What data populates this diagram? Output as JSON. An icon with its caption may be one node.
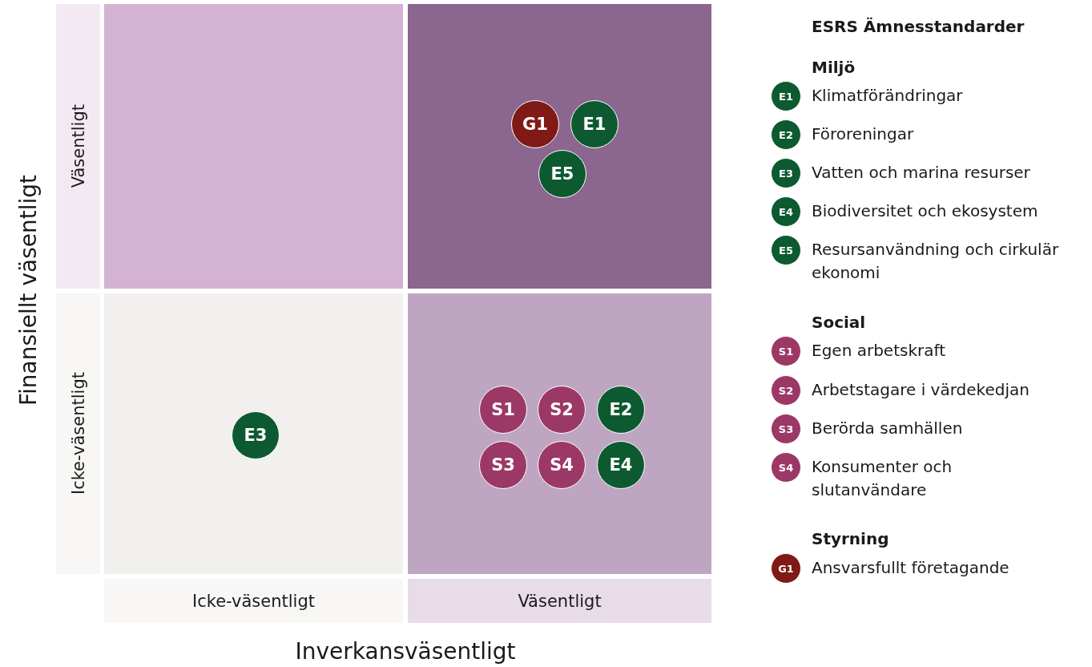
{
  "diagram": {
    "nodes": [
      {
        "text": [
          "Väsentligt"
        ]
      },
      {
        "text": [],
        "shape": "box"
      },
      {
        "text": [],
        "shape": "box"
      },
      {
        "text": [
          "G1"
        ],
        "in": 2
      },
      {
        "text": [
          "E1"
        ],
        "in": 2
      },
      {
        "text": [
          "E5"
        ],
        "in": 2
      },
      {
        "text": [
          "Icke-väsentligt"
        ]
      },
      {
        "text": [],
        "shape": "box"
      },
      {
        "text": [
          "E3"
        ],
        "in": 7
      },
      {
        "text": [],
        "shape": "box"
      },
      {
        "text": [
          "S1"
        ],
        "in": 9
      },
      {
        "text": [
          "S2"
        ],
        "in": 9
      },
      {
        "text": [
          "E2"
        ],
        "in": 9
      },
      {
        "text": [
          "S3"
        ],
        "in": 9
      },
      {
        "text": [
          "S4"
        ],
        "in": 9
      },
      {
        "text": [
          "E4"
        ],
        "in": 9
      },
      {
        "text": [
          "Icke-väsentligt"
        ]
      },
      {
        "text": [
          "Väsentligt"
        ]
      },
      {
        "text": [
          "E1"
        ],
        "beside": [
          "Klimatförändringar"
        ]
      },
      {
        "text": [
          "E2"
        ],
        "beside": [
          "Föroreningar"
        ]
      },
      {
        "text": [
          "E3"
        ],
        "beside": [
          "Vatten och marina resurser"
        ]
      },
      {
        "text": [
          "E4"
        ],
        "beside": [
          "Biodiversitet och ekosystem"
        ]
      },
      {
        "text": [
          "E5"
        ],
        "beside": [
          "Resursanvändning och cirkulär ekonomi"
        ]
      },
      {
        "text": [
          "S1"
        ],
        "beside": [
          "Egen arbetskraft"
        ]
      },
      {
        "text": [
          "S2"
        ],
        "beside": [
          "Arbetstagare i värdekedjan"
        ]
      },
      {
        "text": [
          "S3"
        ],
        "beside": [
          "Berörda samhällen"
        ]
      },
      {
        "text": [
          "S4"
        ],
        "beside": [
          "Konsumenter och slutanvändare"
        ]
      },
      {
        "text": [
          "G1"
        ],
        "beside": [
          "Ansvarsfullt företagande"
        ]
      }
    ],
    "edges": [],
    "labels": [
      "Finansiellt väsentligt",
      "Inverkansväsentligt",
      "ESRS Ämnesstandarder",
      "Miljö",
      "Social",
      "Styrning"
    ]
  }
}
